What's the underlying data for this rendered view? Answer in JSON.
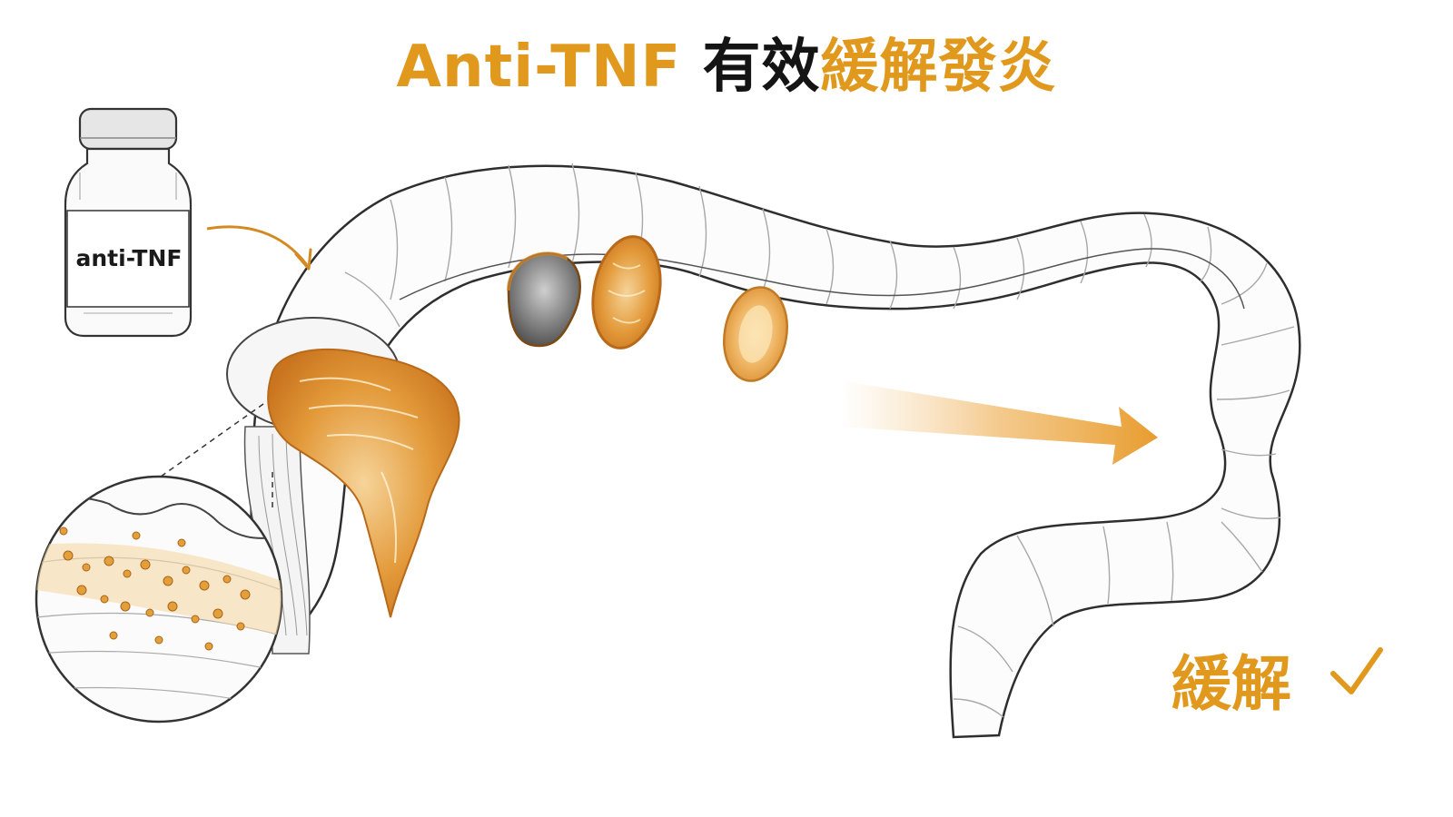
{
  "title": {
    "part1": "Anti-TNF",
    "part2": "有效",
    "part3": "緩解發炎"
  },
  "vial": {
    "label": "anti-TNF"
  },
  "result": {
    "label": "緩解",
    "check": "✓"
  },
  "colors": {
    "accent": "#e0991c",
    "inflammation": "#d9862a",
    "inflammation_light": "#f2c27a",
    "outline": "#333333",
    "title_dark": "#141414"
  },
  "icons": [
    "vial-icon",
    "arrow-icon",
    "checkmark-icon",
    "magnifier-icon"
  ]
}
